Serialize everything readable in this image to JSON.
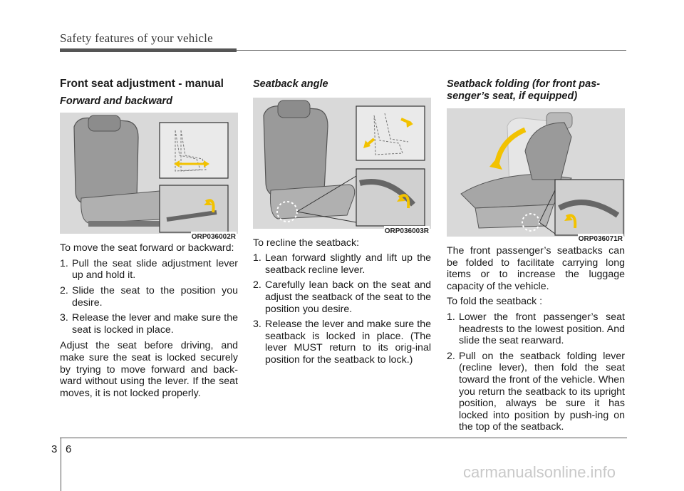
{
  "header": {
    "title": "Safety features of your vehicle"
  },
  "col1": {
    "section_title": "Front seat adjustment - manual",
    "subtitle": "Forward and backward",
    "figure_code": "ORP036002R",
    "intro": "To move the seat forward or backward:",
    "steps": [
      {
        "num": "1.",
        "text": "Pull the seat slide adjustment lever up and hold it."
      },
      {
        "num": "2.",
        "text": "Slide the seat to the position you desire."
      },
      {
        "num": "3.",
        "text": "Release the lever and make sure the seat is locked in place."
      }
    ],
    "note": "Adjust the seat before driving, and make sure the seat is locked securely by trying to move forward and back-ward without using the lever. If the seat moves, it is not locked properly."
  },
  "col2": {
    "subtitle": "Seatback angle",
    "figure_code": "ORP036003R",
    "intro": "To recline the seatback:",
    "steps": [
      {
        "num": "1.",
        "text": "Lean forward slightly and lift up the seatback recline lever."
      },
      {
        "num": "2.",
        "text": "Carefully lean back on the seat and adjust the seatback of the seat to the position you desire."
      },
      {
        "num": "3.",
        "text": "Release the lever and make sure the seatback is locked in place. (The lever MUST return to its orig-inal position for the seatback to lock.)"
      }
    ]
  },
  "col3": {
    "subtitle": "Seatback folding (for front pas-senger’s seat, if equipped)",
    "figure_code": "ORP036071R",
    "intro": "The front passenger’s seatbacks can be folded to facilitate carrying long items or to increase the luggage capacity of the vehicle.",
    "intro2": "To fold the seatback :",
    "steps": [
      {
        "num": "1.",
        "text": "Lower the front passenger’s seat headrests to the lowest position. And slide the seat rearward."
      },
      {
        "num": "2.",
        "text": "Pull on the seatback folding lever (recline lever), then fold the seat toward the front of the vehicle. When you return the seatback to its upright position, always be sure it has locked into position by push-ing on the top of the seatback."
      }
    ]
  },
  "footer": {
    "chapter": "3",
    "page": "6"
  },
  "watermark": "carmanualsonline.info",
  "colors": {
    "arrow_yellow": "#f2c200",
    "seat_gray": "#8a8a8a",
    "panel_bg": "#dcdcdc"
  }
}
